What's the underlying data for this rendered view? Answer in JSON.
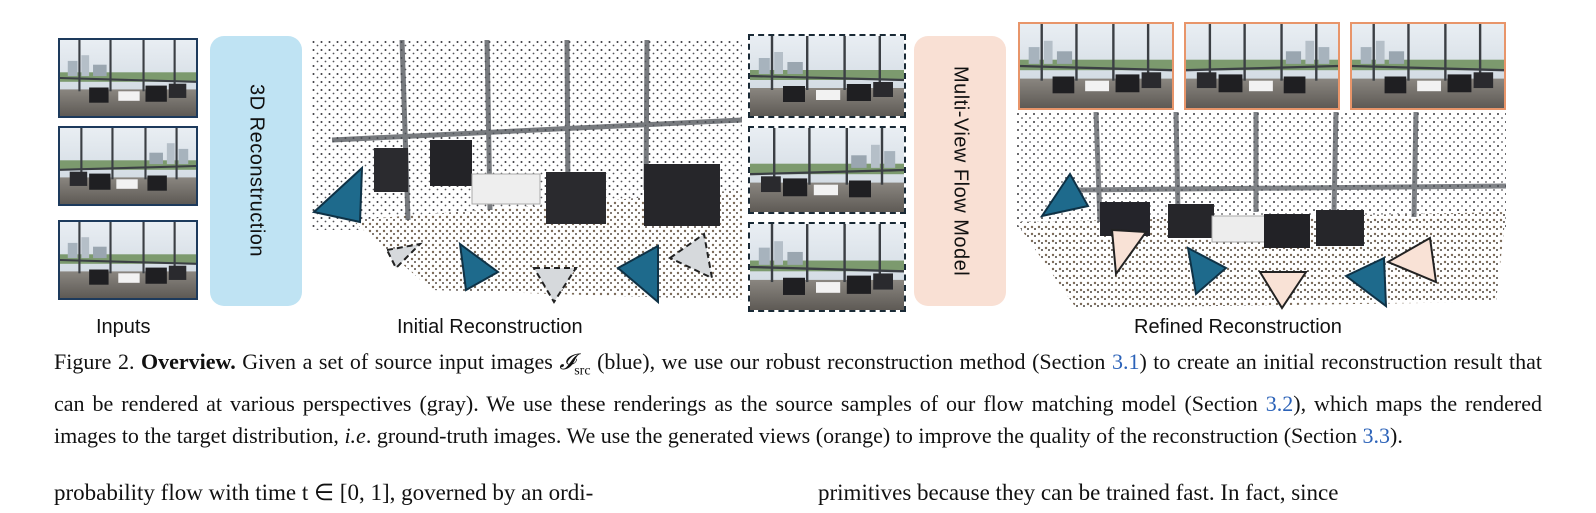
{
  "stages": {
    "inputs_label": "Inputs",
    "reconstruction_module": "3D Reconstruction",
    "initial_label": "Initial Reconstruction",
    "flow_module": "Multi-View Flow Model",
    "refined_label": "Refined Reconstruction"
  },
  "colors": {
    "input_border": "#1d3a5c",
    "render_border": "#1a2a36",
    "output_border": "#e8956a",
    "recon_module_bg": "#bfe3f3",
    "flow_module_bg": "#f9e0d4",
    "camera_blue": "#1e6a8c",
    "camera_gray": "#d6d9dc",
    "camera_peach": "#f9e2d6",
    "link": "#2b62b8"
  },
  "caption": {
    "figure_label": "Figure 2.",
    "title": "Overview.",
    "text_1": "Given a set of source input images",
    "symbol": "𝓘",
    "symbol_sub": "src",
    "text_2": "(blue), we use our robust reconstruction method (Section",
    "ref_1": "3.1",
    "text_3": ") to create an initial reconstruction result that can be rendered at various perspectives (gray). We use these renderings as the source samples of our flow matching model (Section",
    "ref_2": "3.2",
    "text_4": "), which maps the rendered images to the target distribution,",
    "ie": "i.e",
    "text_5": ". ground-truth images. We use the generated views (orange) to improve the quality of the reconstruction (Section",
    "ref_3": "3.3",
    "text_6": ")."
  },
  "body_text": {
    "left_col_fragment": "probability flow with time t ∈ [0, 1], governed by an ordi-",
    "right_col_fragment": "primitives because they can be trained fast. In fact, since"
  }
}
